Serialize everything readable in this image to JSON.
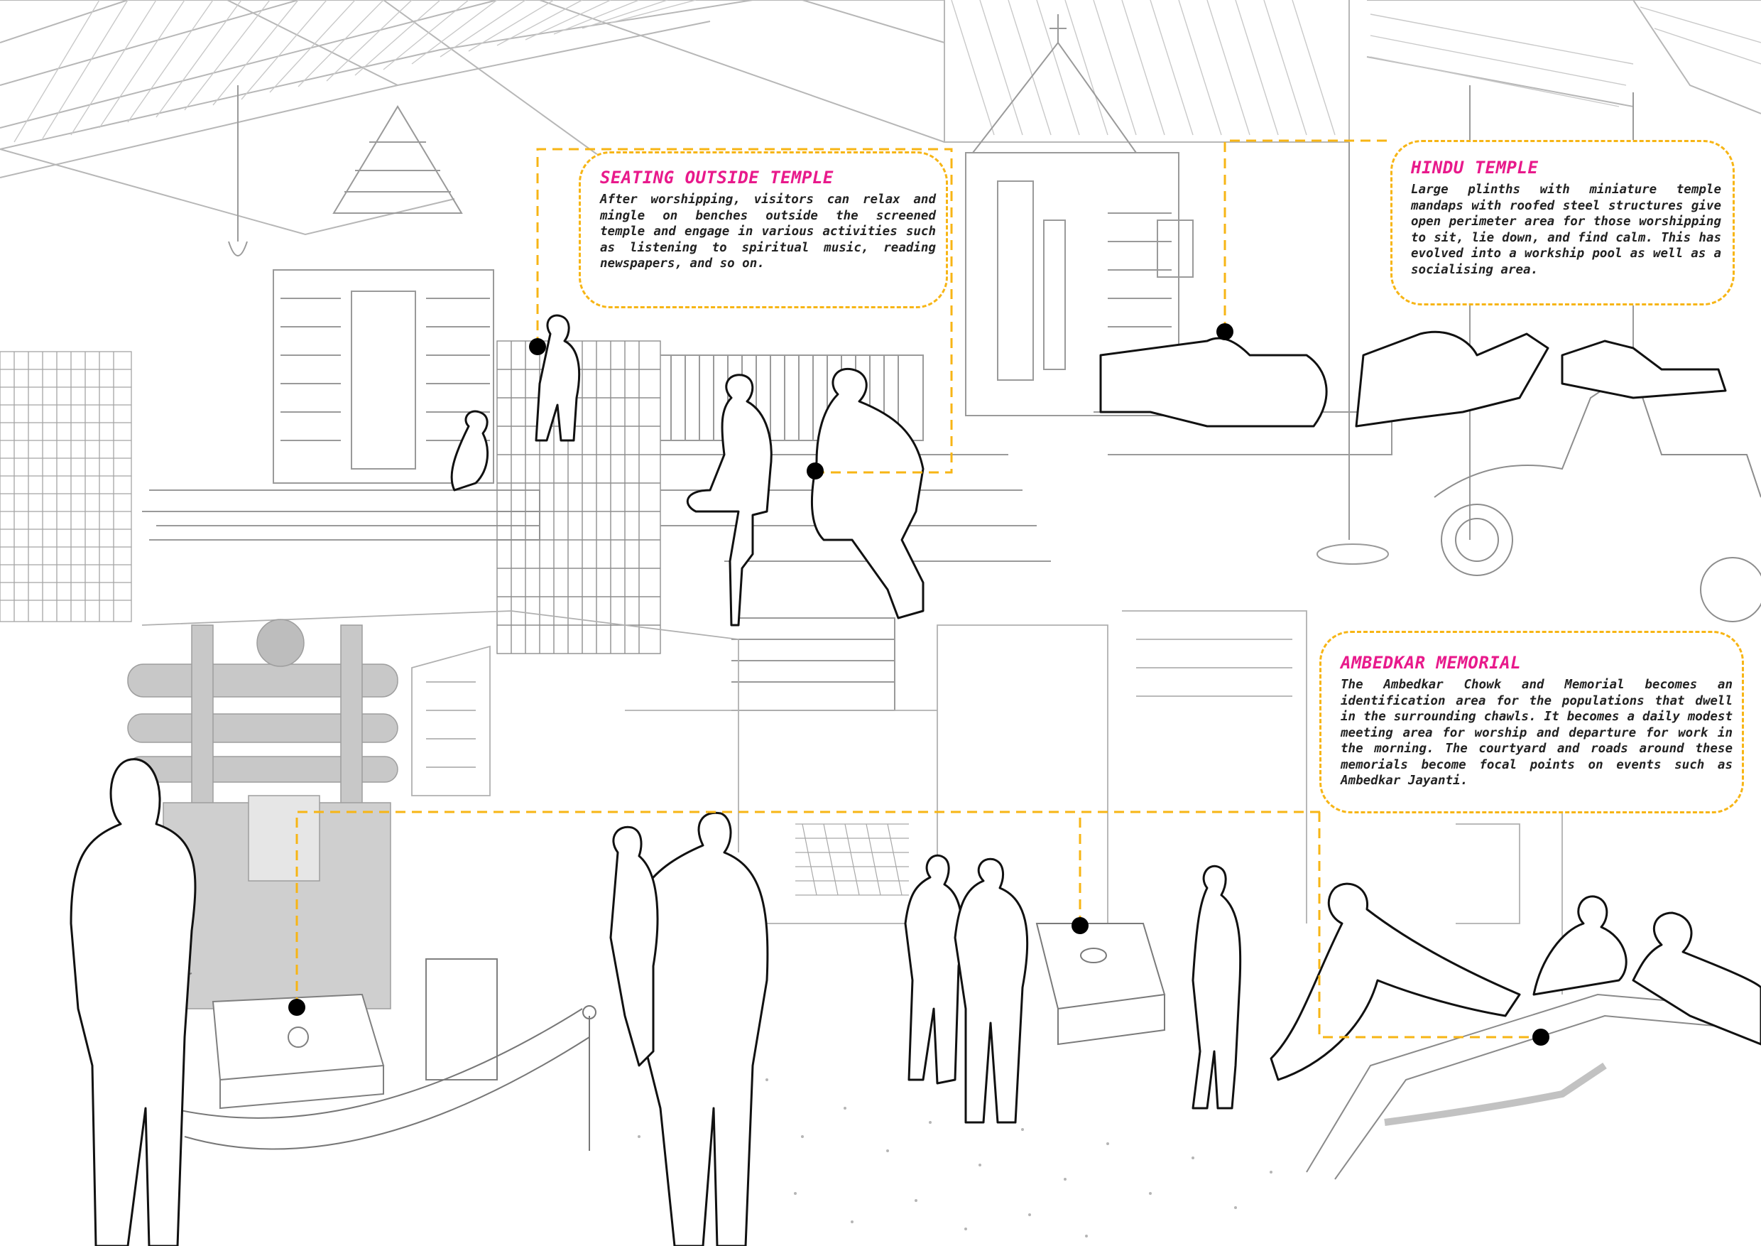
{
  "colors": {
    "title": "#e8198b",
    "leader_line": "#f7b515",
    "marker": "#000000",
    "line_art": "#b7b7b7",
    "figure_outline": "#111111",
    "monument_fill": "#c8c8c8"
  },
  "callouts": {
    "seating": {
      "title": "SEATING OUTSIDE TEMPLE",
      "body": "After worshipping, visitors can relax and mingle on benches outside the screened temple and engage in various activities such as listening to spiritual music, reading newspapers, and so on."
    },
    "hindu_temple": {
      "title": "HINDU TEMPLE",
      "body": "Large plinths with miniature temple mandaps with roofed steel structures give open perimeter area for those worshipping to sit, lie down, and find calm. This has evolved into a workship pool as well as a socialising area."
    },
    "ambedkar": {
      "title": "AMBEDKAR MEMORIAL",
      "body": "The Ambedkar Chowk and Memorial becomes an identification area for the populations that dwell in the surrounding chawls. It becomes a daily modest meeting area for worship and departure for work in the morning. The courtyard and roads around these memorials become focal points on events such as Ambedkar Jayanti."
    }
  },
  "markers": [
    {
      "id": "seating-marker-1",
      "callout": "seating"
    },
    {
      "id": "seating-marker-2",
      "callout": "seating"
    },
    {
      "id": "hindu-temple-marker",
      "callout": "hindu_temple"
    },
    {
      "id": "ambedkar-marker-1",
      "callout": "ambedkar"
    },
    {
      "id": "ambedkar-marker-2",
      "callout": "ambedkar"
    },
    {
      "id": "ambedkar-marker-3",
      "callout": "ambedkar"
    }
  ]
}
